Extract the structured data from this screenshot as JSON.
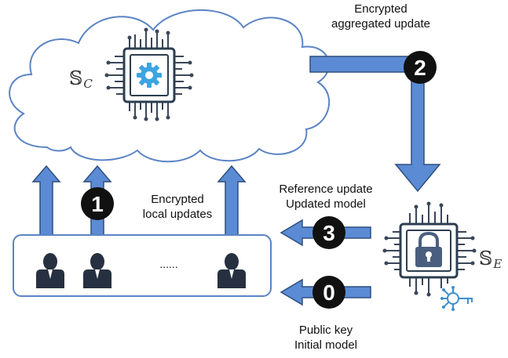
{
  "labels": {
    "server_c_symbol": "𝕊",
    "server_c_subscript": "C",
    "server_e_symbol": "𝕊",
    "server_e_subscript": "E",
    "encrypted_aggregated_update": [
      "Encrypted",
      "aggregated update"
    ],
    "encrypted_local_updates": [
      "Encrypted",
      "local updates"
    ],
    "reference_update": [
      "Reference update",
      "Updated model"
    ],
    "public_key": [
      "Public key",
      "Initial model"
    ],
    "clients_ellipsis": "......"
  },
  "step_badges": {
    "step_0": "0",
    "step_1": "1",
    "step_2": "2",
    "step_3": "3"
  },
  "colors": {
    "arrow_fill": "#5b8bd4",
    "arrow_stroke": "#2f4f7f",
    "cloud_stroke": "#5b84c4",
    "badge_fill": "#111111",
    "client_fill": "#263040",
    "chip_dark": "#2c3e50",
    "chip_trace": "#3a4658",
    "gear_blue": "#3ea4e0",
    "lock_fill": "#4a5f80",
    "key_blue": "#3c8fd0"
  },
  "icons": {
    "cloud": "cloud-shape",
    "server_c_chip": "cpu-chip-gear-icon",
    "server_e_chip": "cpu-chip-lock-icon",
    "key": "key-icon",
    "client": "person-icon"
  }
}
